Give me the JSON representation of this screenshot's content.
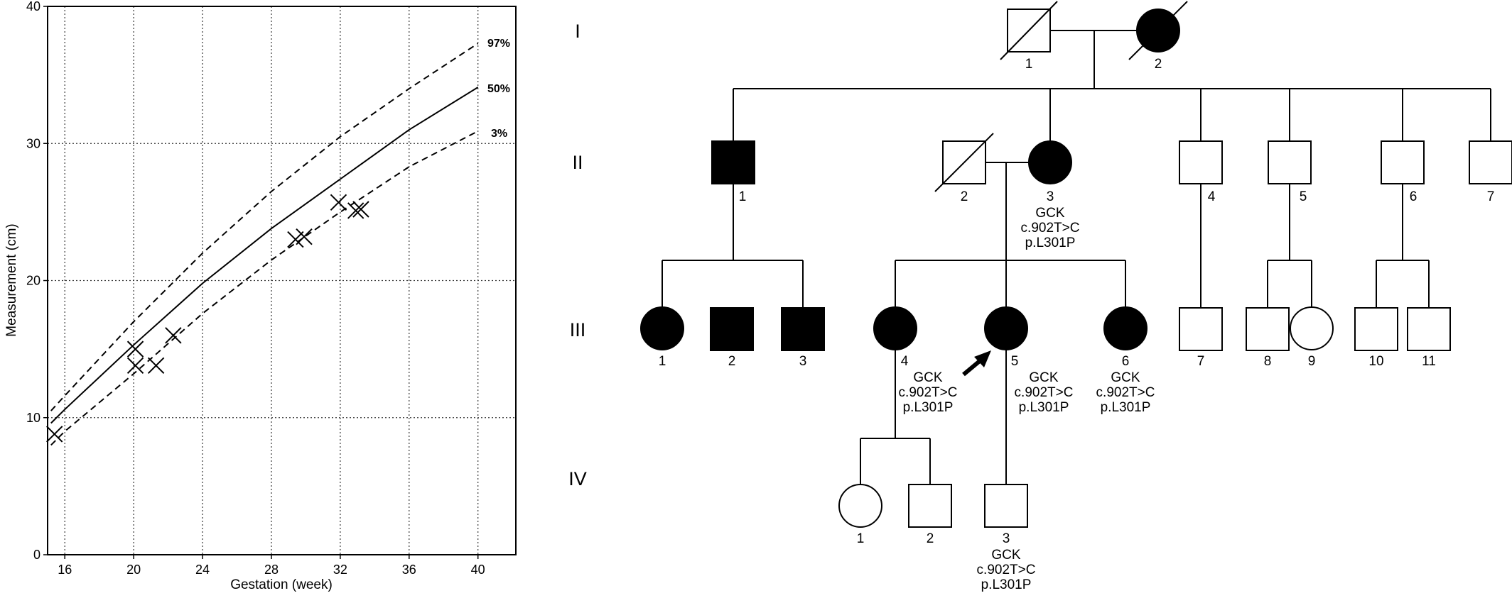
{
  "growth_chart": {
    "xlabel": "Gestation (week)",
    "ylabel": "Measurement (cm)",
    "xticks": [
      "16",
      "20",
      "24",
      "28",
      "32",
      "36",
      "40"
    ],
    "yticks": [
      "0",
      "10",
      "20",
      "30",
      "40"
    ],
    "curve_labels": {
      "p97": "97%",
      "p50": "50%",
      "p3": "3%"
    }
  },
  "chart_data": {
    "type": "scatter",
    "xlabel": "Gestation (week)",
    "ylabel": "Measurement (cm)",
    "xlim": [
      15,
      42.2
    ],
    "ylim": [
      0,
      40
    ],
    "grid": true,
    "series": [
      {
        "name": "97%",
        "style": "dashed",
        "points": [
          [
            15.2,
            10.5
          ],
          [
            16,
            11.6
          ],
          [
            20,
            17.0
          ],
          [
            24,
            22.0
          ],
          [
            28,
            26.5
          ],
          [
            32,
            30.5
          ],
          [
            36,
            34.0
          ],
          [
            40,
            37.3
          ]
        ]
      },
      {
        "name": "50%",
        "style": "solid",
        "points": [
          [
            15.2,
            9.6
          ],
          [
            16,
            10.6
          ],
          [
            20,
            15.3
          ],
          [
            24,
            19.8
          ],
          [
            28,
            23.8
          ],
          [
            32,
            27.4
          ],
          [
            36,
            31.0
          ],
          [
            40,
            34.1
          ]
        ]
      },
      {
        "name": "3%",
        "style": "dashed",
        "points": [
          [
            15.2,
            8.0
          ],
          [
            16,
            9.0
          ],
          [
            20,
            13.2
          ],
          [
            24,
            17.6
          ],
          [
            28,
            21.5
          ],
          [
            32,
            25.0
          ],
          [
            36,
            28.3
          ],
          [
            40,
            30.9
          ]
        ]
      },
      {
        "style": "markers",
        "points": [
          [
            15.4,
            8.8
          ],
          [
            20.1,
            15.0
          ],
          [
            20.1,
            13.8
          ],
          [
            21.3,
            13.8
          ],
          [
            22.3,
            16.0
          ],
          [
            29.4,
            23.0
          ],
          [
            29.9,
            23.2
          ],
          [
            31.9,
            25.7
          ],
          [
            32.9,
            25.1
          ],
          [
            33.2,
            25.2
          ]
        ]
      }
    ]
  },
  "pedigree": {
    "generations": [
      "I",
      "II",
      "III",
      "IV"
    ],
    "individuals": [
      {
        "gen": "I",
        "num": "1",
        "sex": "male",
        "affected": false,
        "deceased": true
      },
      {
        "gen": "I",
        "num": "2",
        "sex": "female",
        "affected": true,
        "deceased": true
      },
      {
        "gen": "II",
        "num": "1",
        "sex": "male",
        "affected": true
      },
      {
        "gen": "II",
        "num": "2",
        "sex": "male",
        "affected": false,
        "deceased": true
      },
      {
        "gen": "II",
        "num": "3",
        "sex": "female",
        "affected": true,
        "genotype": [
          "GCK",
          "c.902T>C",
          "p.L301P"
        ]
      },
      {
        "gen": "II",
        "num": "4",
        "sex": "male",
        "affected": false
      },
      {
        "gen": "II",
        "num": "5",
        "sex": "male",
        "affected": false
      },
      {
        "gen": "II",
        "num": "6",
        "sex": "male",
        "affected": false
      },
      {
        "gen": "II",
        "num": "7",
        "sex": "male",
        "affected": false
      },
      {
        "gen": "III",
        "num": "1",
        "sex": "female",
        "affected": true
      },
      {
        "gen": "III",
        "num": "2",
        "sex": "male",
        "affected": true
      },
      {
        "gen": "III",
        "num": "3",
        "sex": "male",
        "affected": true
      },
      {
        "gen": "III",
        "num": "4",
        "sex": "female",
        "affected": true,
        "genotype": [
          "GCK",
          "c.902T>C",
          "p.L301P"
        ]
      },
      {
        "gen": "III",
        "num": "5",
        "sex": "female",
        "affected": true,
        "proband": true,
        "genotype": [
          "GCK",
          "c.902T>C",
          "p.L301P"
        ]
      },
      {
        "gen": "III",
        "num": "6",
        "sex": "female",
        "affected": true,
        "genotype": [
          "GCK",
          "c.902T>C",
          "p.L301P"
        ]
      },
      {
        "gen": "III",
        "num": "7",
        "sex": "male",
        "affected": false
      },
      {
        "gen": "III",
        "num": "8",
        "sex": "male",
        "affected": false
      },
      {
        "gen": "III",
        "num": "9",
        "sex": "female",
        "affected": false
      },
      {
        "gen": "III",
        "num": "10",
        "sex": "male",
        "affected": false
      },
      {
        "gen": "III",
        "num": "11",
        "sex": "male",
        "affected": false
      },
      {
        "gen": "IV",
        "num": "1",
        "sex": "female",
        "affected": false
      },
      {
        "gen": "IV",
        "num": "2",
        "sex": "male",
        "affected": false
      },
      {
        "gen": "IV",
        "num": "3",
        "sex": "male",
        "affected": false,
        "genotype": [
          "GCK",
          "c.902T>C",
          "p.L301P"
        ]
      }
    ]
  },
  "colors": {
    "ink": "#000000",
    "background": "#ffffff",
    "grid": "#333333"
  }
}
